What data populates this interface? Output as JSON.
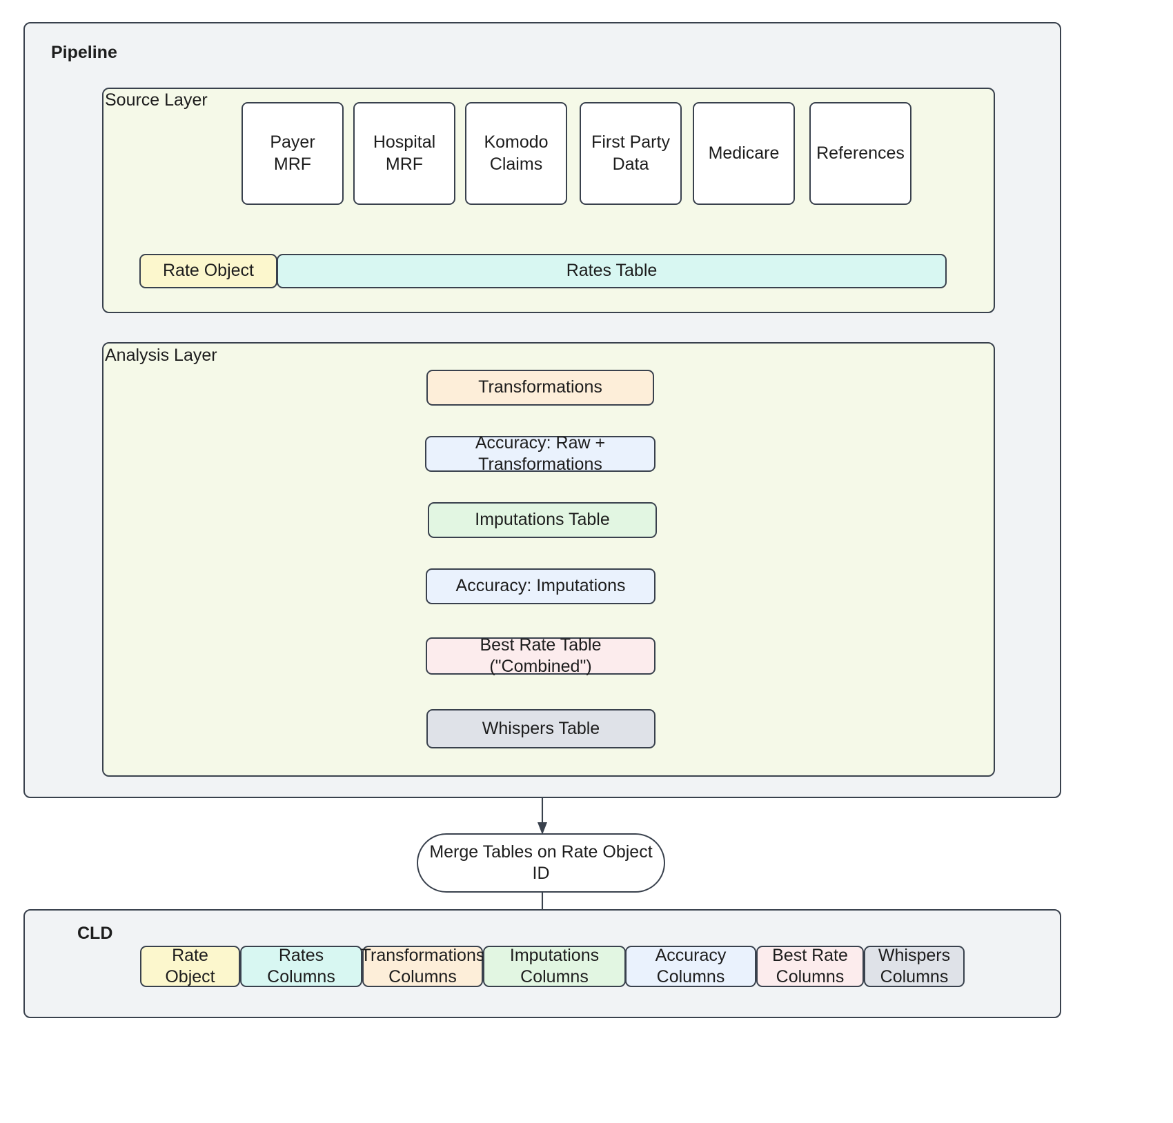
{
  "diagram": {
    "title": "Rates Data Pipeline Flowchart",
    "colors": {
      "border": "#39414d",
      "pipeline_bg": "#f1f3f5",
      "layer_bg": "#f5f9e8",
      "cld_bg": "#f1f3f5",
      "white": "#ffffff",
      "yellow": "#fcf7cd",
      "cyan": "#d8f7f2",
      "peach": "#fdeed9",
      "blue": "#eaf2fd",
      "green": "#e2f6e2",
      "pink": "#fceced",
      "gray": "#dfe2e8"
    }
  },
  "pipeline": {
    "label": "Pipeline",
    "source_layer": {
      "label": "Source Layer",
      "sources": [
        {
          "label": "Payer\nMRF"
        },
        {
          "label": "Hospital\nMRF"
        },
        {
          "label": "Komodo\nClaims"
        },
        {
          "label": "First Party\nData"
        },
        {
          "label": "Medicare"
        },
        {
          "label": "References"
        }
      ],
      "rate_object": {
        "label": "Rate Object"
      },
      "rates_table": {
        "label": "Rates Table"
      }
    },
    "analysis_layer": {
      "label": "Analysis Layer",
      "steps": [
        {
          "label": "Transformations"
        },
        {
          "label": "Accuracy: Raw + Transformations"
        },
        {
          "label": "Imputations Table"
        },
        {
          "label": "Accuracy: Imputations"
        },
        {
          "label": "Best Rate Table (\"Combined\")"
        },
        {
          "label": "Whispers Table"
        }
      ]
    }
  },
  "merge_node": {
    "label": "Merge Tables on Rate Object ID"
  },
  "cld": {
    "label": "CLD",
    "columns": [
      {
        "label": "Rate Object"
      },
      {
        "label": "Rates Columns"
      },
      {
        "label": "Transformations\nColumns"
      },
      {
        "label": "Imputations Columns"
      },
      {
        "label": "Accuracy Columns"
      },
      {
        "label": "Best Rate\nColumns"
      },
      {
        "label": "Whispers\nColumns"
      }
    ]
  }
}
